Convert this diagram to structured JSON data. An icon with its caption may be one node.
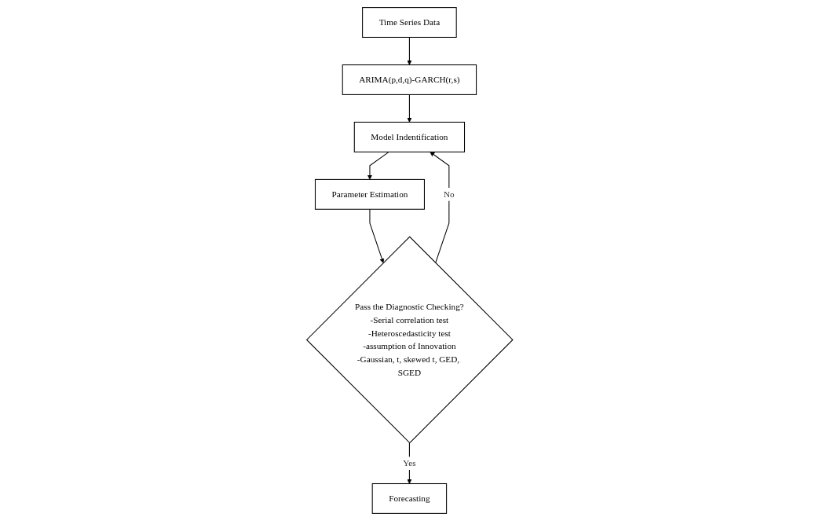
{
  "diagram": {
    "nodes": [
      {
        "text": [
          "Time Series Data"
        ]
      },
      {
        "text": [
          "ARIMA(p,d,q)-GARCH(r,s)"
        ]
      },
      {
        "text": [
          "Model Indentification"
        ]
      },
      {
        "text": [
          "Parameter Estimation"
        ]
      },
      {
        "text": [
          "Pass the Diagnostic Checking?",
          "-Serial correlation test",
          "-Heteroscedasticity test",
          "-assumption of Innovation",
          "-Gaussian, t, skewed t, GED, SGED"
        ]
      },
      {
        "text": [
          "Forecasting"
        ]
      }
    ],
    "edges": [
      {
        "from": 0,
        "to": 1,
        "arrow": "to"
      },
      {
        "from": 1,
        "to": 2,
        "arrow": "to"
      },
      {
        "from": 2,
        "to": 3,
        "arrow": "to"
      },
      {
        "from": 3,
        "to": 4,
        "arrow": "to"
      },
      {
        "from": 4,
        "to": 5,
        "arrow": "to",
        "label": "Yes"
      },
      {
        "from": 4,
        "to": 2,
        "arrow": "to",
        "label": "No"
      }
    ]
  }
}
